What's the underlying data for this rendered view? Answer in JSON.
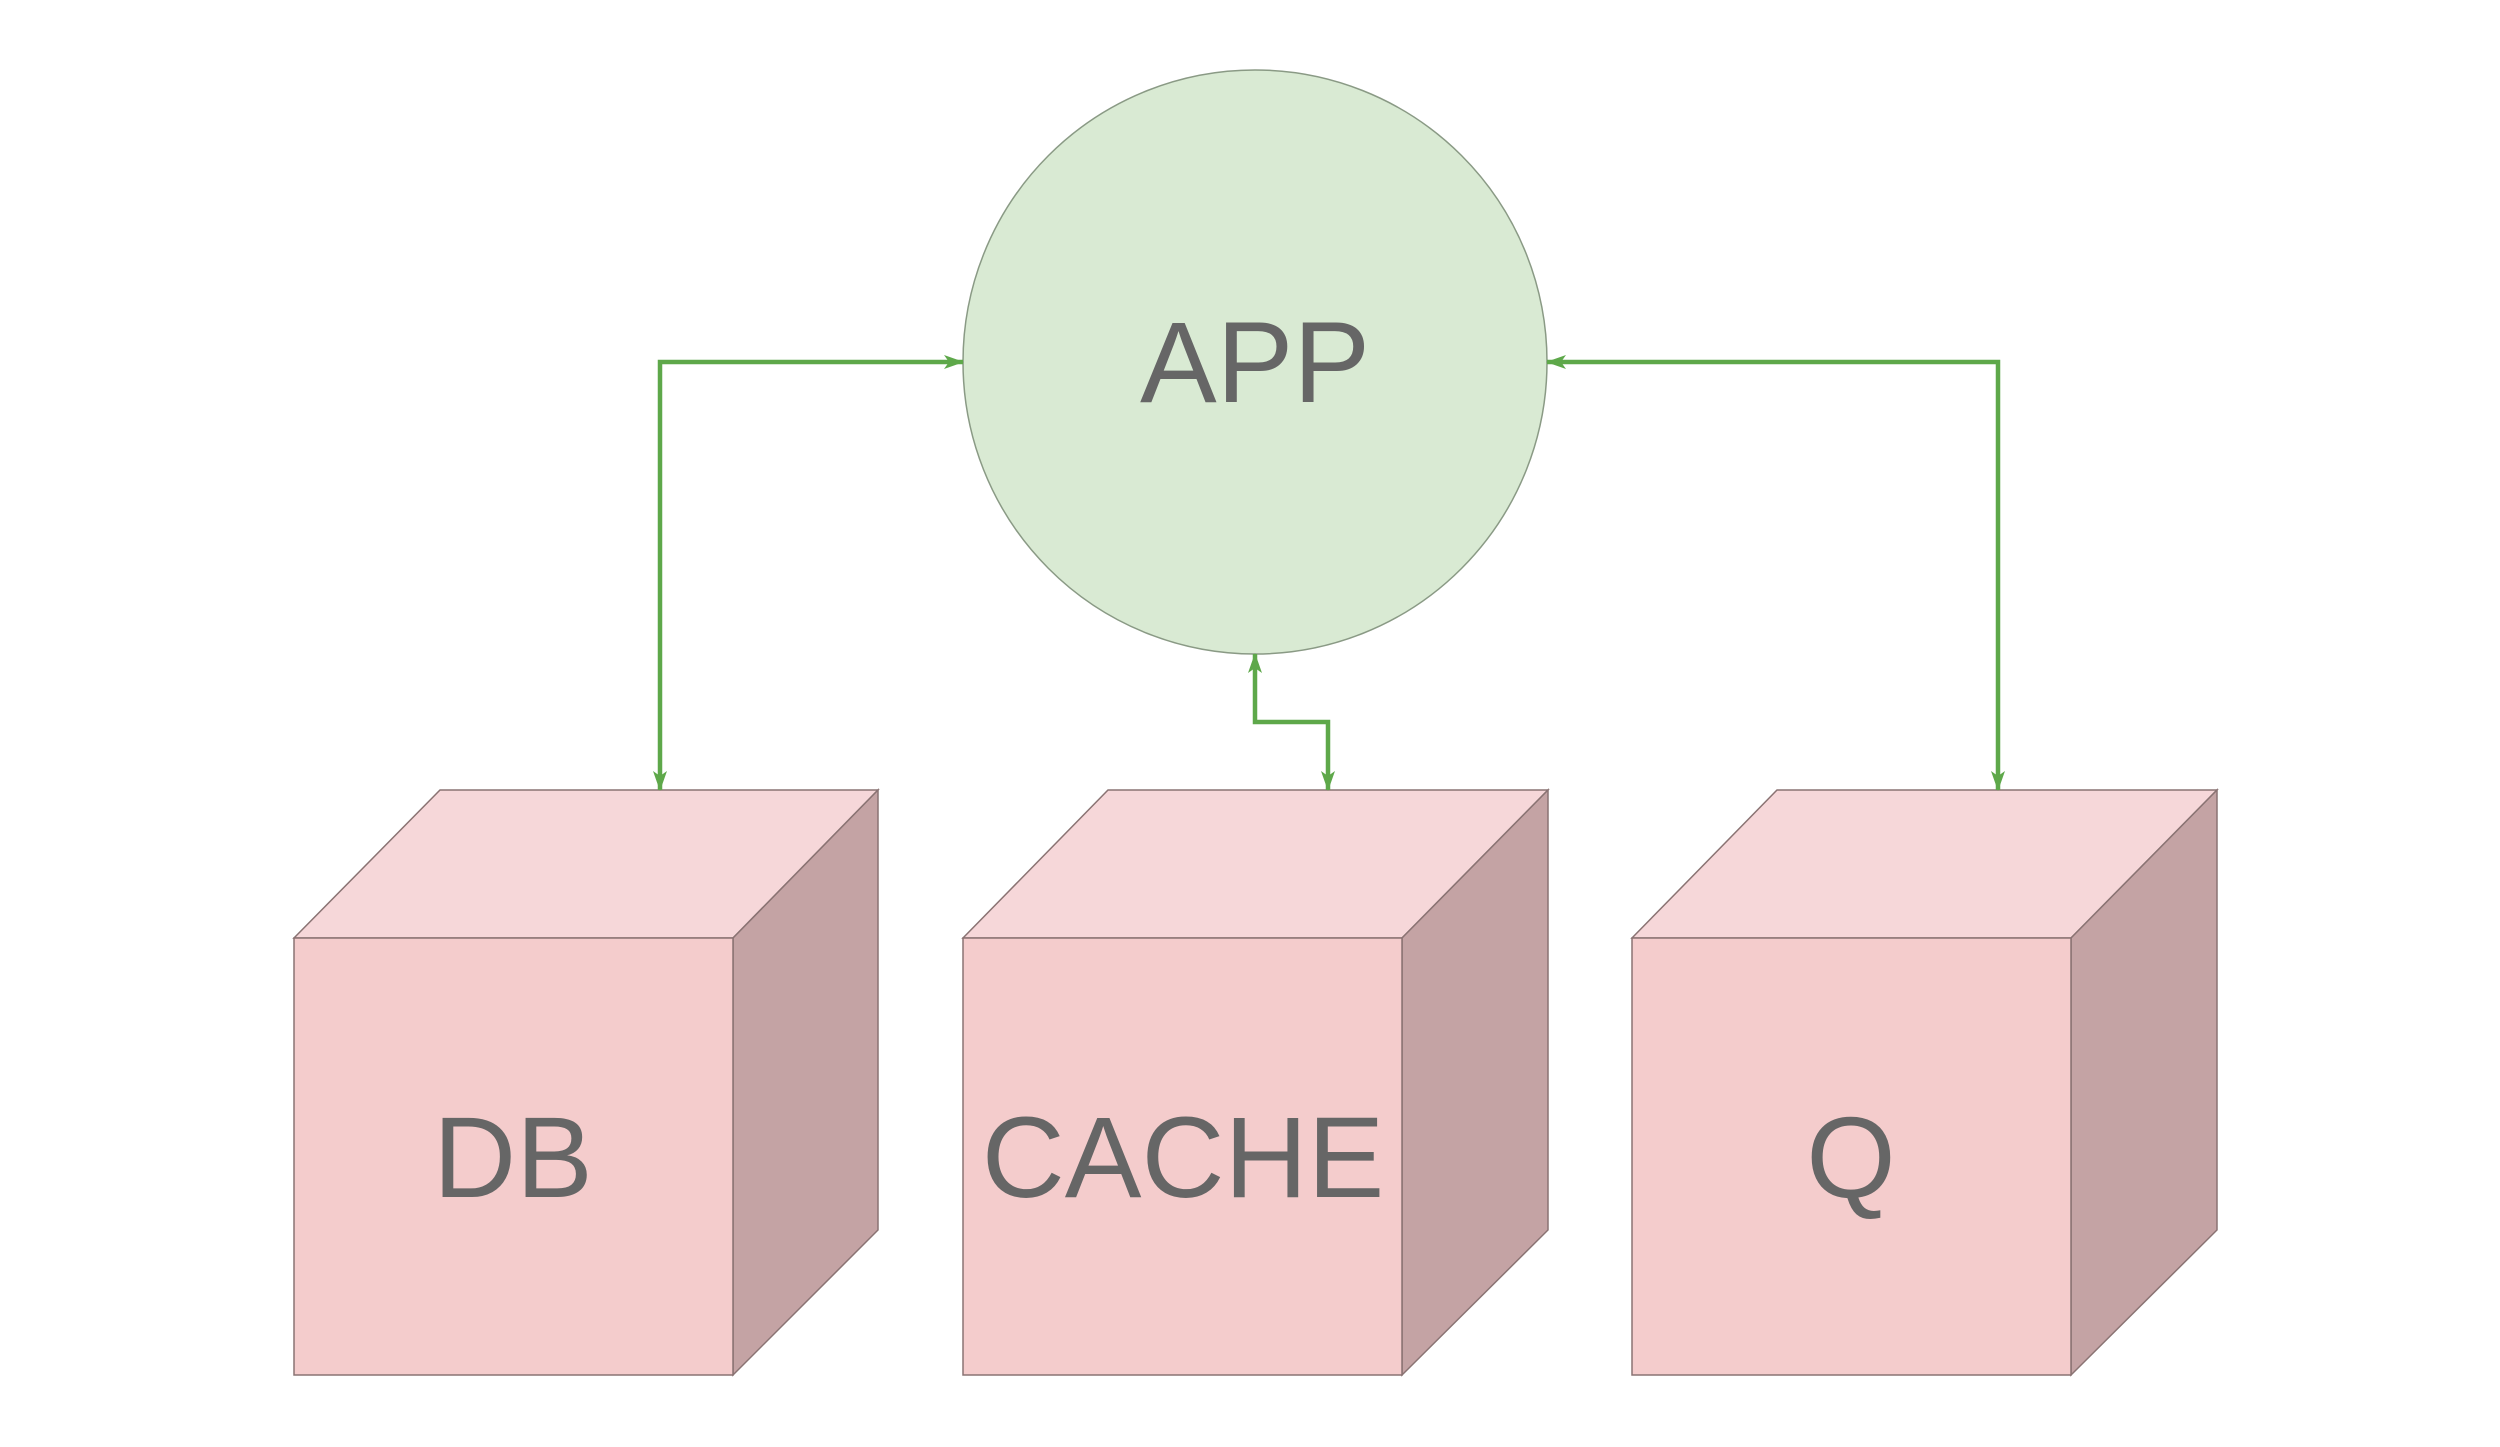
{
  "nodes": {
    "app": {
      "label": "APP",
      "shape": "circle"
    },
    "db": {
      "label": "DB",
      "shape": "cube"
    },
    "cache": {
      "label": "CACHE",
      "shape": "cube"
    },
    "queue": {
      "label": "Q",
      "shape": "cube"
    }
  },
  "edges": [
    {
      "from": "app",
      "to": "db",
      "direction": "bidirectional"
    },
    {
      "from": "app",
      "to": "cache",
      "direction": "bidirectional"
    },
    {
      "from": "app",
      "to": "queue",
      "direction": "bidirectional"
    }
  ],
  "colors": {
    "circle_fill": "#d9ead3",
    "circle_stroke": "#8a9a85",
    "cube_front": "#f4cccc",
    "cube_top": "#f6d7d9",
    "cube_side": "#c4a3a4",
    "cube_stroke": "#8a7373",
    "connector": "#5ea84a",
    "label": "#666666"
  }
}
